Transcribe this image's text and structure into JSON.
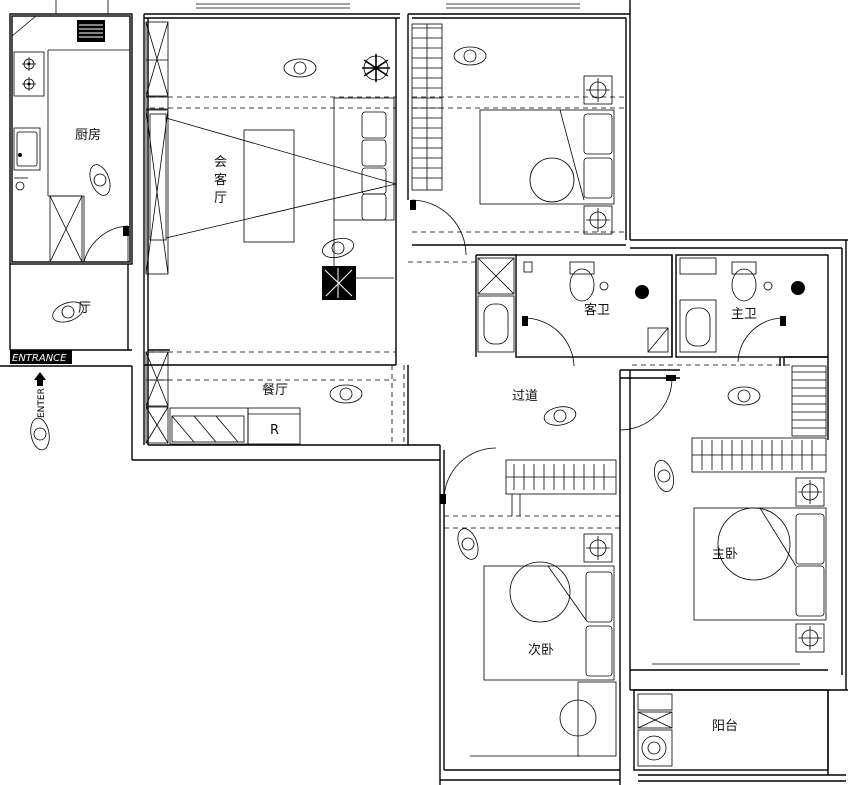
{
  "rooms": {
    "kitchen": "厨房",
    "living_1": "会",
    "living_2": "客",
    "living_3": "厅",
    "foyer": "厅",
    "dining": "餐厅",
    "guest_bath": "客卫",
    "master_bath": "主卫",
    "corridor": "过道",
    "second_bedroom": "次卧",
    "master_bedroom": "主卧",
    "balcony": "阳台"
  },
  "labels": {
    "entrance_banner": "ENTRANCE",
    "enter_arrow": "ENTER",
    "fridge_mark": "R"
  }
}
